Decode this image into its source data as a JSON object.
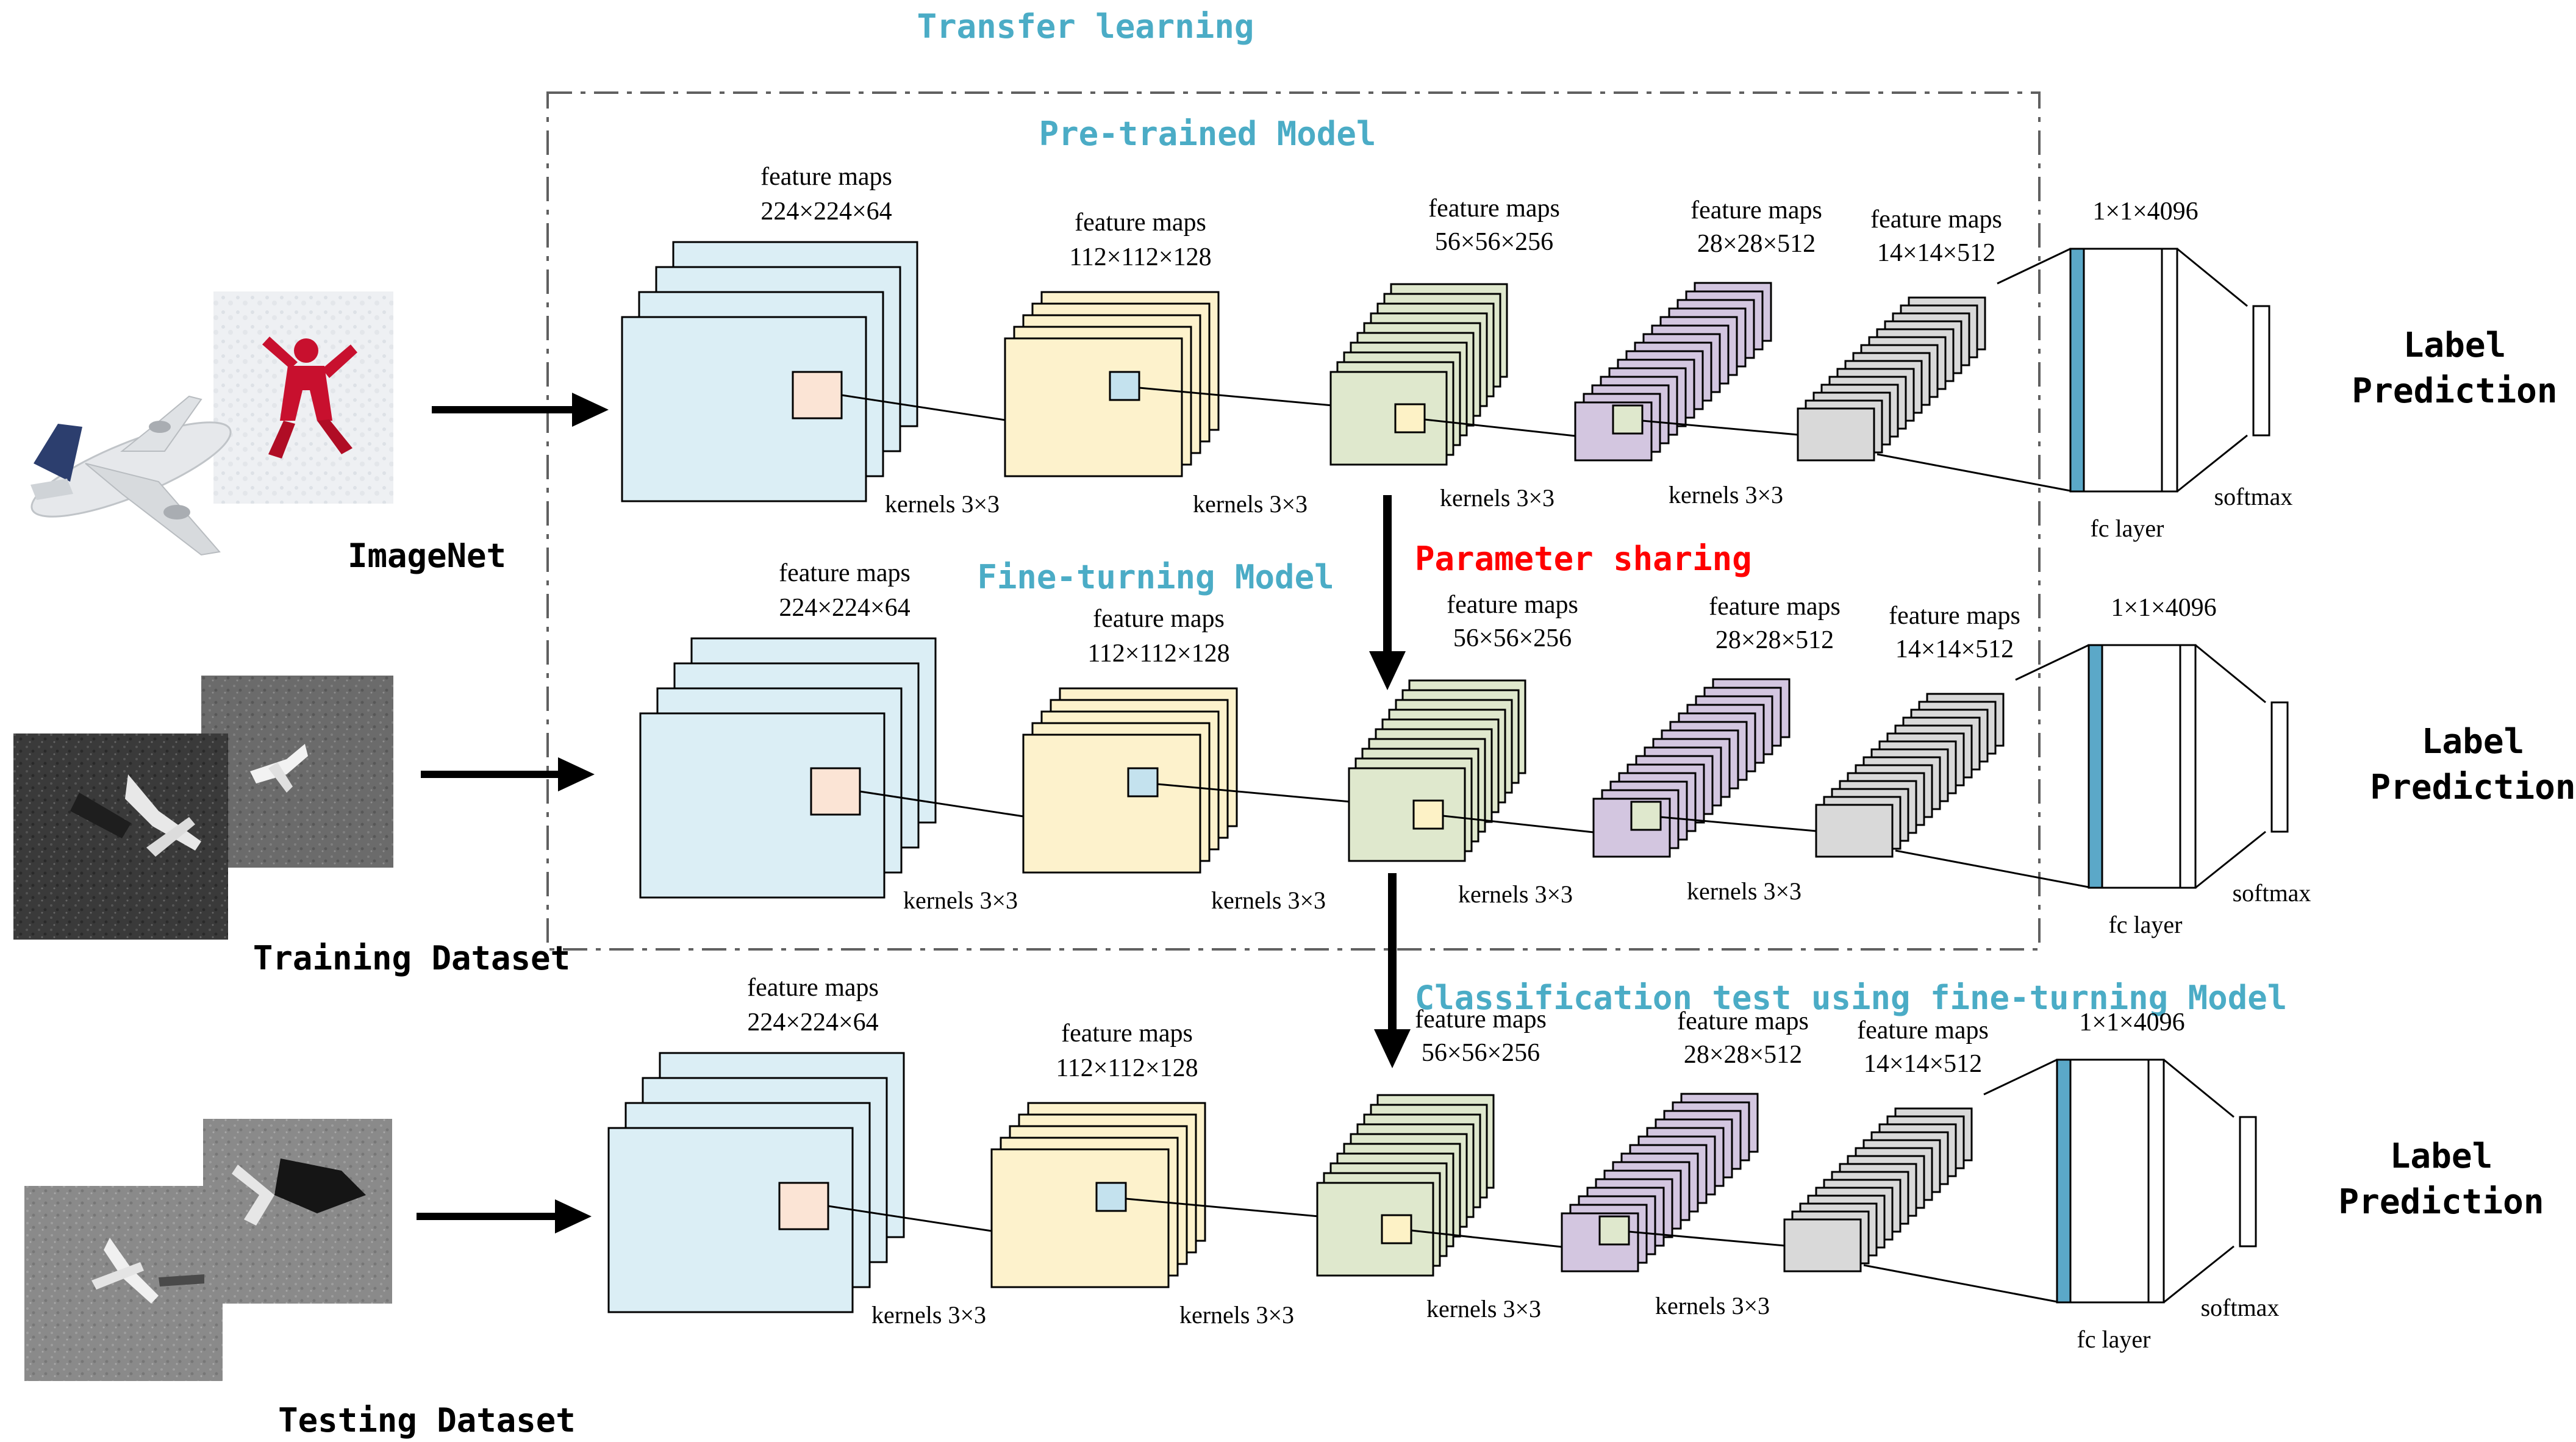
{
  "titles": {
    "transfer_learning": "Transfer learning",
    "pretrained_model": "Pre-trained Model",
    "fineturning_model": "Fine-turning Model",
    "parameter_sharing": "Parameter sharing",
    "classification_test": "Classification test using fine-turning Model"
  },
  "datasets": {
    "imagenet": "ImageNet",
    "training": "Training Dataset",
    "testing": "Testing Dataset"
  },
  "common": {
    "feature_maps": "feature maps",
    "kernels": "kernels 3×3",
    "fc_layer": "fc layer",
    "softmax": "softmax",
    "fc_dim": "1×1×4096",
    "label": "Label",
    "prediction": "Prediction"
  },
  "dims": [
    "224×224×64",
    "112×112×128",
    "56×56×256",
    "28×28×512",
    "14×14×512"
  ],
  "colors": {
    "stage1": "#dbeef5",
    "stage2": "#fdf2cc",
    "stage3": "#dfe8cd",
    "stage4": "#d3c6e0",
    "stage5": "#d9d9d9",
    "kernel_peach": "#fbe4d5",
    "kernel_blue": "#c4e2ee",
    "kernel_yellow": "#fdf2c6",
    "fc_accent": "#5ba8c8",
    "title_cyan": "#4bacc6",
    "title_red": "#ff0000"
  }
}
